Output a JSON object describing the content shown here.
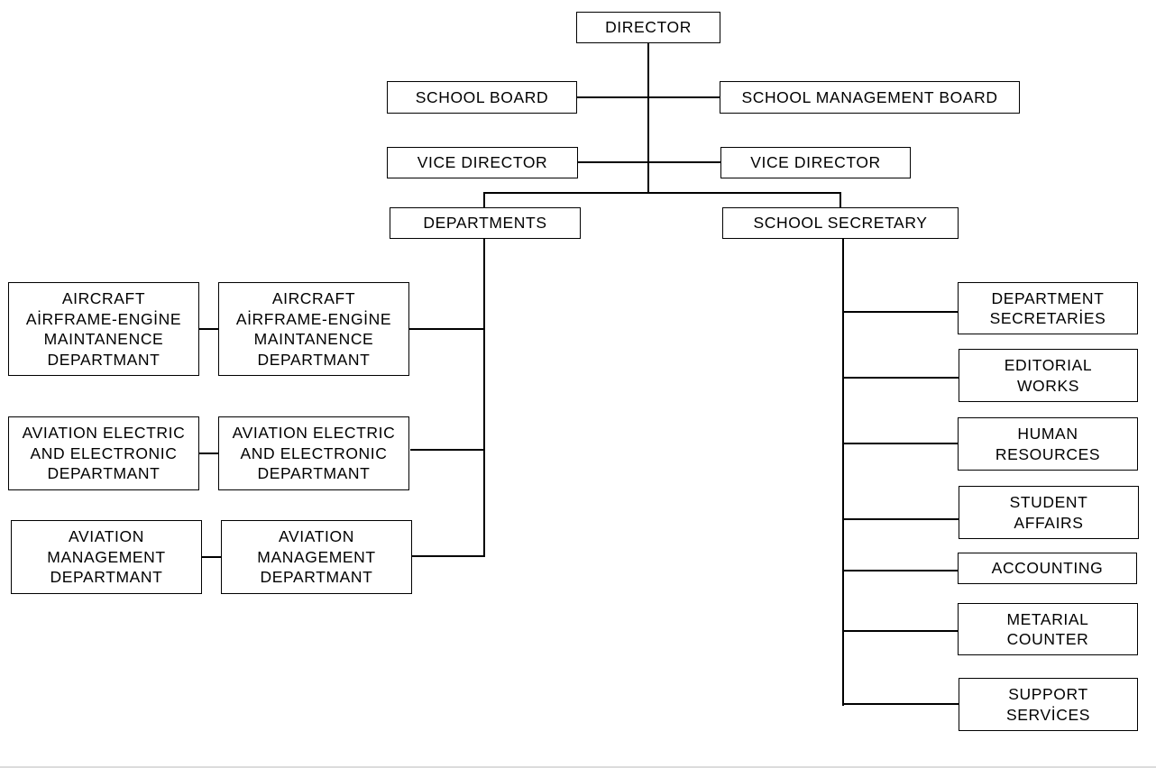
{
  "org": {
    "director": "DIRECTOR",
    "school_board": "SCHOOL BOARD",
    "school_management_board": "SCHOOL MANAGEMENT BOARD",
    "vice_director_left": "VICE DIRECTOR",
    "vice_director_right": "VICE DIRECTOR",
    "departments": "DEPARTMENTS",
    "school_secretary": "SCHOOL SECRETARY",
    "dept_rows": [
      {
        "left": "AIRCRAFT\nAİRFRAME-ENGİNE\nMAINTANENCE\nDEPARTMANT",
        "right": "AIRCRAFT\nAİRFRAME-ENGİNE\nMAINTANENCE\nDEPARTMANT"
      },
      {
        "left": "AVIATION ELECTRIC\nAND ELECTRONIC\nDEPARTMANT",
        "right": "AVIATION ELECTRIC\nAND ELECTRONIC\nDEPARTMANT"
      },
      {
        "left": "AVIATION\nMANAGEMENT\nDEPARTMANT",
        "right": "AVIATION\nMANAGEMENT\nDEPARTMANT"
      }
    ],
    "secretary_units": [
      "DEPARTMENT\nSECRETARİES",
      "EDITORIAL\nWORKS",
      "HUMAN\nRESOURCES",
      "STUDENT\nAFFAIRS",
      "ACCOUNTING",
      "METARIAL\nCOUNTER",
      "SUPPORT\nSERVİCES"
    ]
  }
}
